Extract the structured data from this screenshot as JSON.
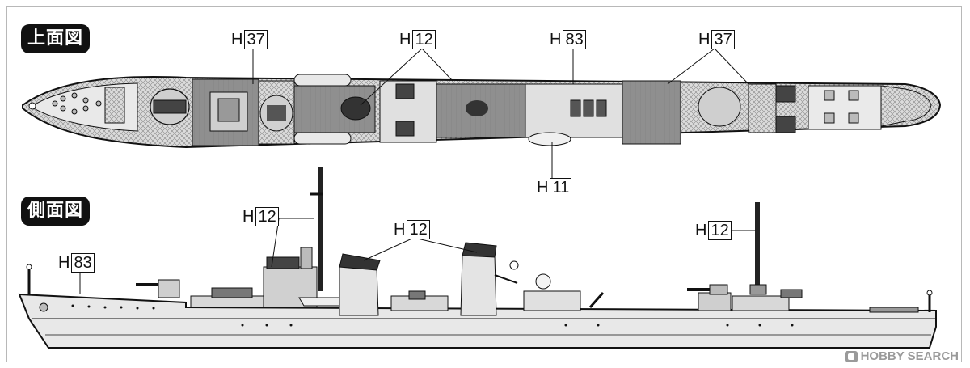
{
  "views": {
    "top_title": "上面図",
    "side_title": "側面図"
  },
  "callouts": {
    "top": [
      {
        "prefix": "H",
        "part": "37"
      },
      {
        "prefix": "H",
        "part": "12"
      },
      {
        "prefix": "H",
        "part": "83"
      },
      {
        "prefix": "H",
        "part": "37"
      },
      {
        "prefix": "H",
        "part": "11"
      }
    ],
    "side": [
      {
        "prefix": "H",
        "part": "12"
      },
      {
        "prefix": "H",
        "part": "12"
      },
      {
        "prefix": "H",
        "part": "12"
      },
      {
        "prefix": "H",
        "part": "83"
      }
    ]
  },
  "watermark": {
    "text": "HOBBY SEARCH"
  },
  "colors": {
    "line": "#111111",
    "deck": "#8a8a8a",
    "plate": "#d9d9d9",
    "hull": "#e6e6e6"
  }
}
